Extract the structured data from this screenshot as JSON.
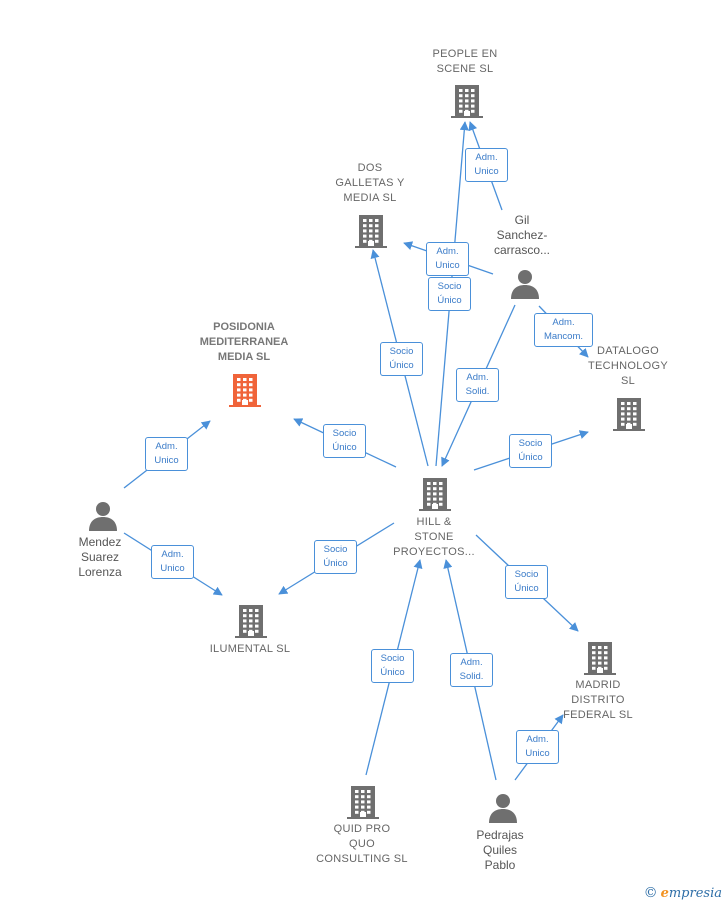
{
  "colors": {
    "edge": "#4a90d9",
    "company": "#6f6f6f",
    "focus": "#f0643a",
    "person": "#6f6f6f"
  },
  "nodes": [
    {
      "id": "people",
      "kind": "company",
      "lines": [
        "PEOPLE EN",
        "SCENE  SL"
      ]
    },
    {
      "id": "dos",
      "kind": "company",
      "lines": [
        "DOS",
        "GALLETAS Y",
        "MEDIA  SL"
      ]
    },
    {
      "id": "gil",
      "kind": "person",
      "lines": [
        "Gil",
        "Sanchez-",
        "carrasco..."
      ]
    },
    {
      "id": "posidonia",
      "kind": "focus",
      "lines": [
        "POSIDONIA",
        "MEDITERRANEA",
        "MEDIA  SL"
      ]
    },
    {
      "id": "datalogo",
      "kind": "company",
      "lines": [
        "DATALOGO",
        "TECHNOLOGY",
        "SL"
      ]
    },
    {
      "id": "hill",
      "kind": "company",
      "lines": [
        "HILL &",
        "STONE",
        "PROYECTOS..."
      ]
    },
    {
      "id": "mendez",
      "kind": "person",
      "lines": [
        "Mendez",
        "Suarez",
        "Lorenza"
      ]
    },
    {
      "id": "ilumental",
      "kind": "company",
      "lines": [
        "ILUMENTAL  SL"
      ]
    },
    {
      "id": "madrid",
      "kind": "company",
      "lines": [
        "MADRID",
        "DISTRITO",
        "FEDERAL  SL"
      ]
    },
    {
      "id": "quid",
      "kind": "company",
      "lines": [
        "QUID PRO",
        "QUO",
        "CONSULTING SL"
      ]
    },
    {
      "id": "pedrajas",
      "kind": "person",
      "lines": [
        "Pedrajas",
        "Quiles",
        "Pablo"
      ]
    }
  ],
  "edge_labels": [
    {
      "id": "gil-people",
      "lines": [
        "Adm.",
        "Unico"
      ]
    },
    {
      "id": "gil-dos",
      "lines": [
        "Adm.",
        "Unico"
      ]
    },
    {
      "id": "hill-people",
      "lines": [
        "Socio",
        "Único"
      ]
    },
    {
      "id": "gil-datalogo",
      "lines": [
        "Adm.",
        "Mancom."
      ]
    },
    {
      "id": "hill-dos",
      "lines": [
        "Socio",
        "Único"
      ]
    },
    {
      "id": "gil-hill",
      "lines": [
        "Adm.",
        "Solid."
      ]
    },
    {
      "id": "hill-posidonia",
      "lines": [
        "Socio",
        "Único"
      ]
    },
    {
      "id": "mendez-posidonia",
      "lines": [
        "Adm.",
        "Unico"
      ]
    },
    {
      "id": "hill-datalogo",
      "lines": [
        "Socio",
        "Único"
      ]
    },
    {
      "id": "mendez-ilumental",
      "lines": [
        "Adm.",
        "Unico"
      ]
    },
    {
      "id": "hill-ilumental",
      "lines": [
        "Socio",
        "Único"
      ]
    },
    {
      "id": "hill-madrid",
      "lines": [
        "Socio",
        "Único"
      ]
    },
    {
      "id": "quid-hill",
      "lines": [
        "Socio",
        "Único"
      ]
    },
    {
      "id": "pedrajas-hill",
      "lines": [
        "Adm.",
        "Solid."
      ]
    },
    {
      "id": "pedrajas-madrid",
      "lines": [
        "Adm.",
        "Unico"
      ]
    }
  ],
  "copyright": {
    "symbol": "©",
    "brand_first": "e",
    "brand_rest": "mpresia"
  }
}
